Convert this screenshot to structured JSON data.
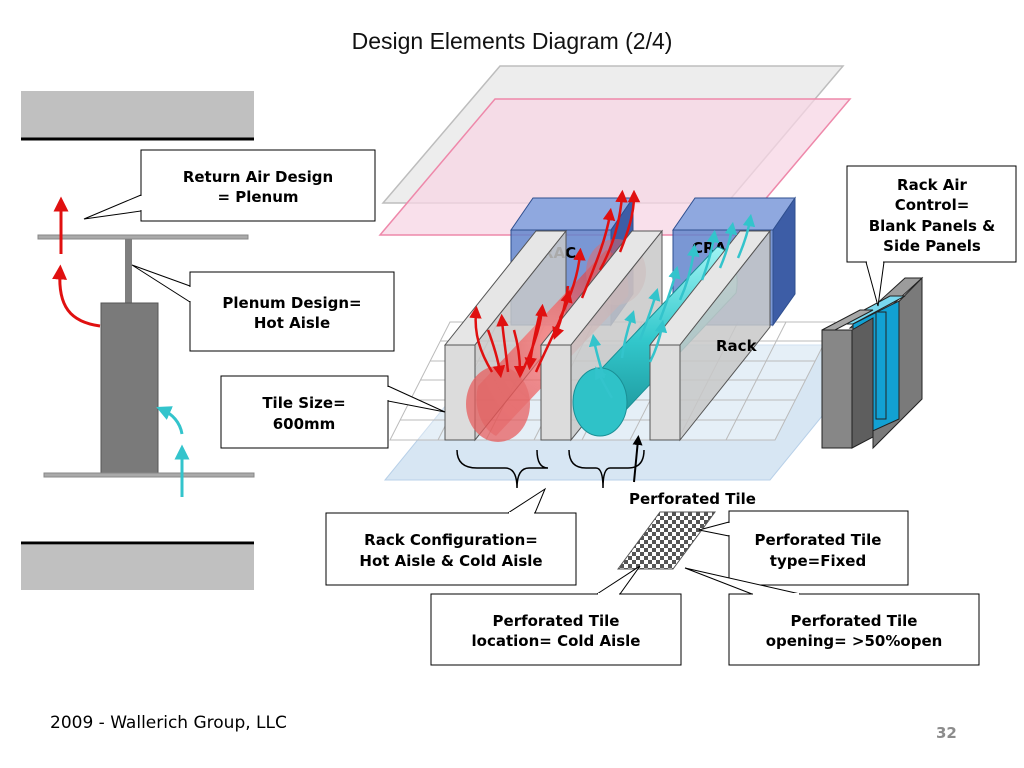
{
  "slide": {
    "title": "Design Elements Diagram (2/4)",
    "footer": "2009 - Wallerich Group, LLC",
    "page_number": "32"
  },
  "callouts": {
    "return_air": [
      "Return Air Design",
      "= Plenum"
    ],
    "plenum_design": [
      "Plenum Design=",
      "Hot Aisle"
    ],
    "tile_size": [
      "Tile Size=",
      "600mm"
    ],
    "rack_air_control": [
      "Rack Air",
      "Control=",
      "Blank Panels &",
      "Side Panels"
    ],
    "rack_configuration": [
      "Rack Configuration=",
      "Hot Aisle & Cold Aisle"
    ],
    "tile_type": [
      "Perforated Tile",
      "type=Fixed"
    ],
    "tile_location": [
      "Perforated Tile",
      "location= Cold Aisle"
    ],
    "tile_opening": [
      "Perforated Tile",
      "opening= >50%open"
    ]
  },
  "labels": {
    "crac_left": "CRAC",
    "crac_right": "CRAC",
    "rack": "Rack",
    "perforated_tile": "Perforated Tile"
  },
  "colors": {
    "hot_air": "#e01010",
    "cold_air": "#33c4cc",
    "crac_blue": "#4a6fbf",
    "rack_gray": "#d9d9d9",
    "raised_floor": "#d7e6f3",
    "ceiling_pink": "#f7d6e4"
  }
}
